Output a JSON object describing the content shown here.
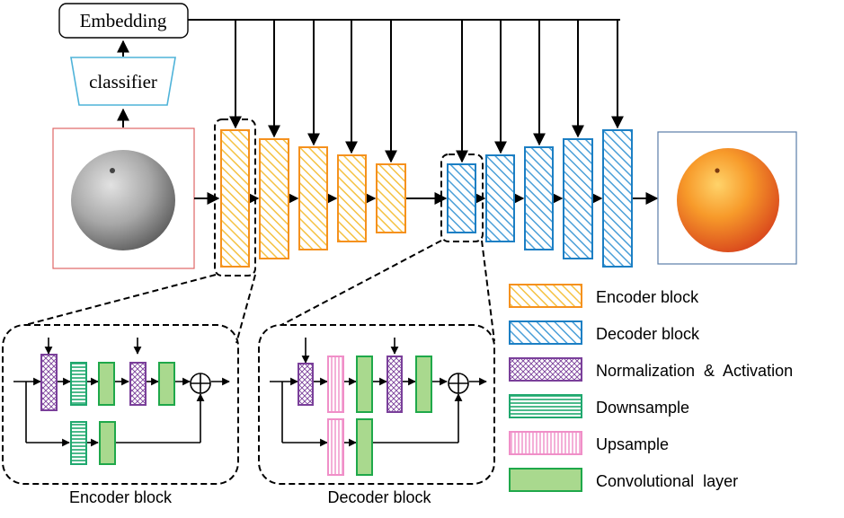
{
  "labels": {
    "embedding": "Embedding",
    "classifier": "classifier",
    "encoder_block_caption": "Encoder block",
    "decoder_block_caption": "Decoder block"
  },
  "legend": [
    {
      "key": "encoder",
      "label": "Encoder block"
    },
    {
      "key": "decoder",
      "label": "Decoder block"
    },
    {
      "key": "norm",
      "label": "Normalization  &  Activation"
    },
    {
      "key": "down",
      "label": "Downsample"
    },
    {
      "key": "up",
      "label": "Upsample"
    },
    {
      "key": "conv",
      "label": "Convolutional  layer"
    }
  ],
  "colors": {
    "encoder_stroke": "#F5911E",
    "encoder_hatch": "#F5C242",
    "decoder_stroke": "#1C7FC4",
    "decoder_hatch": "#4A9FD8",
    "norm_stroke": "#7A3F9A",
    "down_stroke": "#1FA86E",
    "up_stroke": "#F08FC8",
    "conv_fill": "#A9D98E",
    "conv_stroke": "#1FA84A",
    "input_frame": "#E06666",
    "output_frame": "#5B7DA8"
  }
}
